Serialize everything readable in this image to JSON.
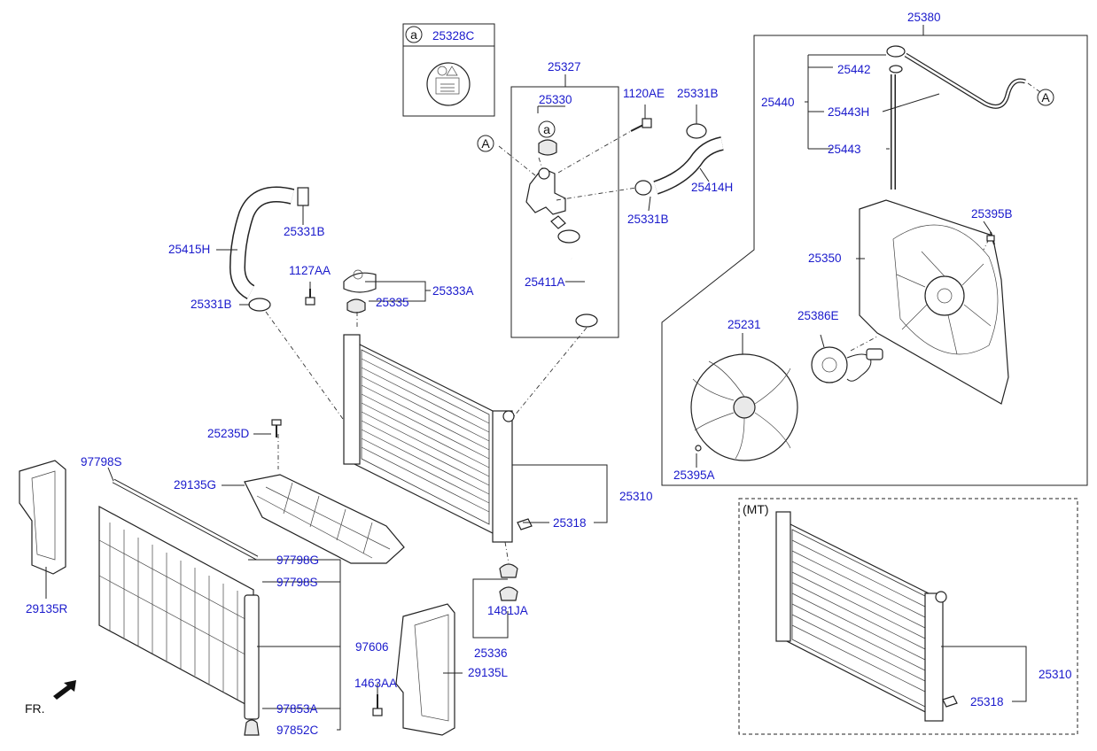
{
  "parts": {
    "p25380": "25380",
    "p25328C": "25328C",
    "p25327": "25327",
    "p25330": "25330",
    "p1120AE": "1120AE",
    "p25331B_top": "25331B",
    "p25414H": "25414H",
    "p25331B_mid": "25331B",
    "p25411A": "25411A",
    "p25331B_upper_left": "25331B",
    "p25415H": "25415H",
    "p1127AA": "1127AA",
    "p25333A": "25333A",
    "p25335": "25335",
    "p25331B_left": "25331B",
    "p25442": "25442",
    "p25440": "25440",
    "p25443H": "25443H",
    "p25443": "25443",
    "p25395B": "25395B",
    "p25350": "25350",
    "p25231": "25231",
    "p25386E": "25386E",
    "p25395A": "25395A",
    "p25235D": "25235D",
    "p97798S_top": "97798S",
    "p29135G": "29135G",
    "p25310_main": "25310",
    "p25318_main": "25318",
    "p97798G": "97798G",
    "p97798S_mid": "97798S",
    "p29135R": "29135R",
    "p97606": "97606",
    "p1481JA": "1481JA",
    "p25336": "25336",
    "p1463AA": "1463AA",
    "p29135L": "29135L",
    "p97853A": "97853A",
    "p97852C": "97852C",
    "p25310_mt": "25310",
    "p25318_mt": "25318"
  },
  "markers": {
    "circle_a": "a",
    "circle_A": "A"
  },
  "labels": {
    "mt_variant": "(MT)",
    "front_indicator": "FR."
  }
}
